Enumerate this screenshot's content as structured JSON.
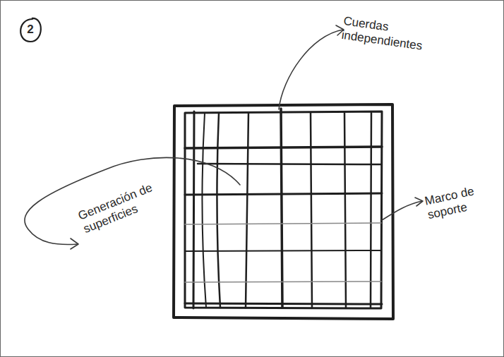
{
  "diagram": {
    "nodes": [
      {
        "text": [
          "2"
        ]
      }
    ],
    "labels": [
      "Cuerdas independientes",
      "Generación de superficies",
      "Marco de soporte"
    ]
  }
}
